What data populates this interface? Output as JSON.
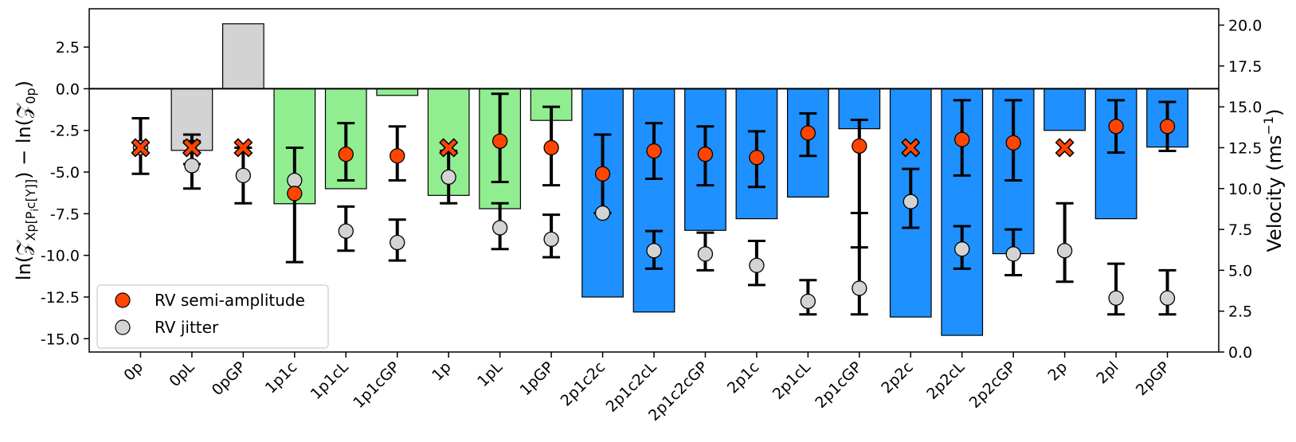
{
  "chart_data": {
    "type": "bar",
    "categories": [
      "0p",
      "0pL",
      "0pGP",
      "1p1c",
      "1p1cL",
      "1p1cGP",
      "1p",
      "1pL",
      "1pGP",
      "2p1c2c",
      "2p1c2cL",
      "2p1c2cGP",
      "2p1c",
      "2p1cL",
      "2p1cGP",
      "2p2c",
      "2p2cL",
      "2p2cGP",
      "2p",
      "2pl",
      "2pGP"
    ],
    "bar_values": [
      0,
      -3.7,
      3.9,
      -6.9,
      -6.0,
      -0.4,
      -6.4,
      -7.2,
      -1.9,
      -12.5,
      -13.4,
      -8.5,
      -7.8,
      -6.5,
      -2.4,
      -13.7,
      -14.8,
      -9.9,
      -2.5,
      -7.8,
      -3.5
    ],
    "bar_colors": [
      "#d3d3d3",
      "#d3d3d3",
      "#d3d3d3",
      "#90ee90",
      "#90ee90",
      "#90ee90",
      "#90ee90",
      "#90ee90",
      "#90ee90",
      "#1e90ff",
      "#1e90ff",
      "#1e90ff",
      "#1e90ff",
      "#1e90ff",
      "#1e90ff",
      "#1e90ff",
      "#1e90ff",
      "#1e90ff",
      "#1e90ff",
      "#1e90ff",
      "#1e90ff"
    ],
    "y_left": {
      "label_text": "ln(𝒵",
      "label_sub": "Xp[P",
      "label_sub2": "i",
      "label_sub3": "c[Y]]",
      "label_mid": ") − ln(𝒵",
      "label_sub4": "0p",
      "label_end": ")",
      "ylim": [
        -15.8,
        4.8
      ],
      "ticks": [
        -15.0,
        -12.5,
        -10.0,
        -7.5,
        -5.0,
        -2.5,
        0.0,
        2.5
      ],
      "tick_labels": [
        "-15.0",
        "-12.5",
        "-10.0",
        "-7.5",
        "-5.0",
        "-2.5",
        "0.0",
        "2.5"
      ]
    },
    "y_right": {
      "label_text": "Velocity (ms",
      "label_sup": "−1",
      "label_end": ")",
      "ylim": [
        0,
        21
      ],
      "ticks": [
        0,
        2.5,
        5,
        7.5,
        10,
        12.5,
        15,
        17.5,
        20
      ],
      "tick_labels": [
        "0.0",
        "2.5",
        "5.0",
        "7.5",
        "10.0",
        "12.5",
        "15.0",
        "17.5",
        "20.0"
      ]
    },
    "series": [
      {
        "name": "RV semi-amplitude",
        "color": "#ff4500",
        "points": [
          {
            "v": 12.5,
            "lo": 10.9,
            "hi": 14.3,
            "marker": "x"
          },
          {
            "v": 12.5,
            "lo": 11.5,
            "hi": 13.3,
            "marker": "x"
          },
          {
            "v": 12.5,
            "lo": null,
            "hi": null,
            "marker": "x"
          },
          {
            "v": 9.7,
            "lo": 5.5,
            "hi": 12.5,
            "marker": "o"
          },
          {
            "v": 12.1,
            "lo": 10.5,
            "hi": 14.0,
            "marker": "o"
          },
          {
            "v": 12.0,
            "lo": 10.5,
            "hi": 13.8,
            "marker": "o"
          },
          {
            "v": 12.5,
            "lo": null,
            "hi": null,
            "marker": "x"
          },
          {
            "v": 12.9,
            "lo": 10.4,
            "hi": 15.8,
            "marker": "o"
          },
          {
            "v": 12.5,
            "lo": 10.2,
            "hi": 15.0,
            "marker": "o"
          },
          {
            "v": 10.9,
            "lo": 8.5,
            "hi": 13.3,
            "marker": "o"
          },
          {
            "v": 12.3,
            "lo": 10.6,
            "hi": 14.0,
            "marker": "o"
          },
          {
            "v": 12.1,
            "lo": 10.2,
            "hi": 13.8,
            "marker": "o"
          },
          {
            "v": 11.9,
            "lo": 10.1,
            "hi": 13.5,
            "marker": "o"
          },
          {
            "v": 13.4,
            "lo": 12.0,
            "hi": 14.6,
            "marker": "o"
          },
          {
            "v": 12.6,
            "lo": 6.4,
            "hi": 14.2,
            "marker": "o"
          },
          {
            "v": 12.5,
            "lo": null,
            "hi": null,
            "marker": "x"
          },
          {
            "v": 13.0,
            "lo": 10.8,
            "hi": 15.4,
            "marker": "o"
          },
          {
            "v": 12.8,
            "lo": 10.5,
            "hi": 15.4,
            "marker": "o"
          },
          {
            "v": 12.5,
            "lo": null,
            "hi": null,
            "marker": "x"
          },
          {
            "v": 13.8,
            "lo": 12.2,
            "hi": 15.4,
            "marker": "o"
          },
          {
            "v": 13.8,
            "lo": 12.3,
            "hi": 15.3,
            "marker": "o"
          }
        ]
      },
      {
        "name": "RV jitter",
        "color": "#d3d3d3",
        "points": [
          {
            "v": 12.5,
            "lo": null,
            "hi": null,
            "marker": "o"
          },
          {
            "v": 11.4,
            "lo": 10.0,
            "hi": 12.9,
            "marker": "o"
          },
          {
            "v": 10.8,
            "lo": 9.1,
            "hi": 12.5,
            "marker": "o"
          },
          {
            "v": 10.5,
            "lo": null,
            "hi": null,
            "marker": "o"
          },
          {
            "v": 7.4,
            "lo": 6.2,
            "hi": 8.9,
            "marker": "o"
          },
          {
            "v": 6.7,
            "lo": 5.6,
            "hi": 8.1,
            "marker": "o"
          },
          {
            "v": 10.7,
            "lo": 9.1,
            "hi": 12.3,
            "marker": "o"
          },
          {
            "v": 7.6,
            "lo": 6.3,
            "hi": 9.1,
            "marker": "o"
          },
          {
            "v": 6.9,
            "lo": 5.8,
            "hi": 8.4,
            "marker": "o"
          },
          {
            "v": 8.5,
            "lo": null,
            "hi": null,
            "marker": "o"
          },
          {
            "v": 6.2,
            "lo": 5.1,
            "hi": 7.4,
            "marker": "o"
          },
          {
            "v": 6.0,
            "lo": 5.0,
            "hi": 7.3,
            "marker": "o"
          },
          {
            "v": 5.3,
            "lo": 4.1,
            "hi": 6.8,
            "marker": "o"
          },
          {
            "v": 3.1,
            "lo": 2.3,
            "hi": 4.4,
            "marker": "o"
          },
          {
            "v": 3.9,
            "lo": 2.3,
            "hi": 8.5,
            "marker": "o"
          },
          {
            "v": 9.2,
            "lo": 7.6,
            "hi": 11.2,
            "marker": "o"
          },
          {
            "v": 6.3,
            "lo": 5.1,
            "hi": 7.7,
            "marker": "o"
          },
          {
            "v": 6.0,
            "lo": 4.7,
            "hi": 7.5,
            "marker": "o"
          },
          {
            "v": 6.2,
            "lo": 4.3,
            "hi": 9.1,
            "marker": "o"
          },
          {
            "v": 3.3,
            "lo": 2.3,
            "hi": 5.4,
            "marker": "o"
          },
          {
            "v": 3.3,
            "lo": 2.3,
            "hi": 5.0,
            "marker": "o"
          }
        ]
      }
    ],
    "legend": {
      "position": "lower-left",
      "entries": [
        "RV semi-amplitude",
        "RV jitter"
      ]
    },
    "grid": false
  }
}
